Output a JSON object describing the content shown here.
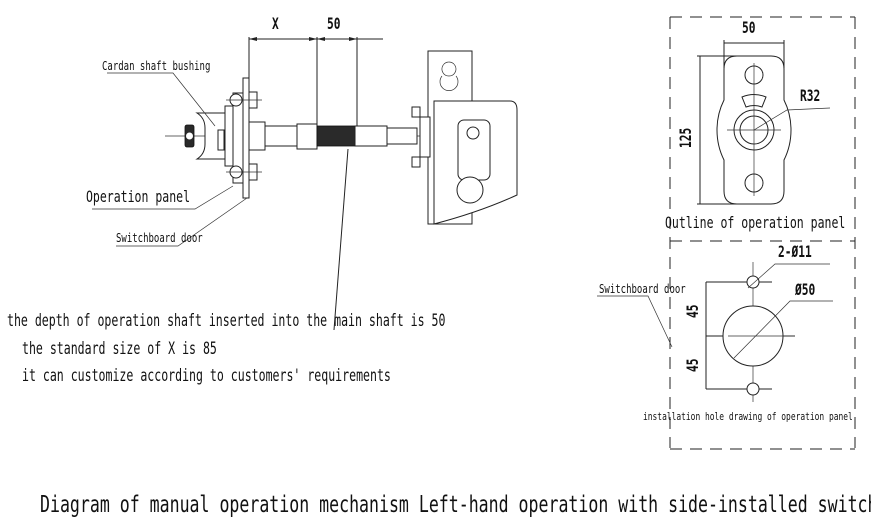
{
  "main_view": {
    "dimensions": {
      "x_label": "X",
      "depth_label": "50"
    },
    "labels": {
      "cardan_shaft_bushing": "Cardan shaft bushing",
      "operation_panel": "Operation panel",
      "switchboard_door": "Switchboard door"
    },
    "notes": [
      "the depth of operation shaft inserted into the main shaft is 50",
      "the standard size of X is 85",
      "it can customize according to customers' requirements"
    ]
  },
  "panel_outline": {
    "width_label": "50",
    "height_label": "125",
    "radius_label": "R32",
    "caption": "Outline of operation panel"
  },
  "install_hole": {
    "holes_label": "2-Ø11",
    "center_hole_label": "Ø50",
    "upper_spacing_label": "45",
    "lower_spacing_label": "45",
    "door_label": "Switchboard door",
    "caption": "installation hole drawing of operation panel"
  },
  "title": "Diagram of manual operation mechanism  Left-hand operation with side-installed switch"
}
